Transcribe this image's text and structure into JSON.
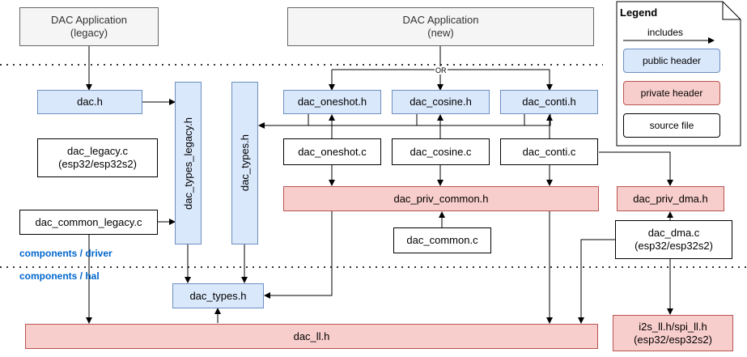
{
  "apps": {
    "legacy": "DAC Application\n(legacy)",
    "new": "DAC Application\n(new)"
  },
  "or_label": "OR",
  "public_headers": {
    "dac_h": "dac.h",
    "types_legacy": "dac_types_legacy.h",
    "types_driver": "dac_types.h",
    "oneshot_h": "dac_oneshot.h",
    "cosine_h": "dac_cosine.h",
    "conti_h": "dac_conti.h",
    "types_hal": "dac_types.h"
  },
  "private_headers": {
    "priv_common": "dac_priv_common.h",
    "priv_dma": "dac_priv_dma.h",
    "ll": "dac_ll.h",
    "i2s_spi_ll": "i2s_ll.h/spi_ll.h\n(esp32/esp32s2)"
  },
  "source_files": {
    "legacy_c": "dac_legacy.c\n(esp32/esp32s2)",
    "common_legacy_c": "dac_common_legacy.c",
    "oneshot_c": "dac_oneshot.c",
    "cosine_c": "dac_cosine.c",
    "conti_c": "dac_conti.c",
    "common_c": "dac_common.c",
    "dma_c": "dac_dma.c\n(esp32/esp32s2)"
  },
  "layers": {
    "driver": "components / driver",
    "hal": "components / hal"
  },
  "legend": {
    "title": "Legend",
    "includes": "includes",
    "public": "public header",
    "private": "private header",
    "source": "source file"
  },
  "colors": {
    "public_fill": "#dae8fc",
    "public_stroke": "#6c8ebf",
    "private_fill": "#f8cecc",
    "private_stroke": "#b85450",
    "app_fill": "#f5f5f5",
    "layer_label": "#0066cc"
  }
}
